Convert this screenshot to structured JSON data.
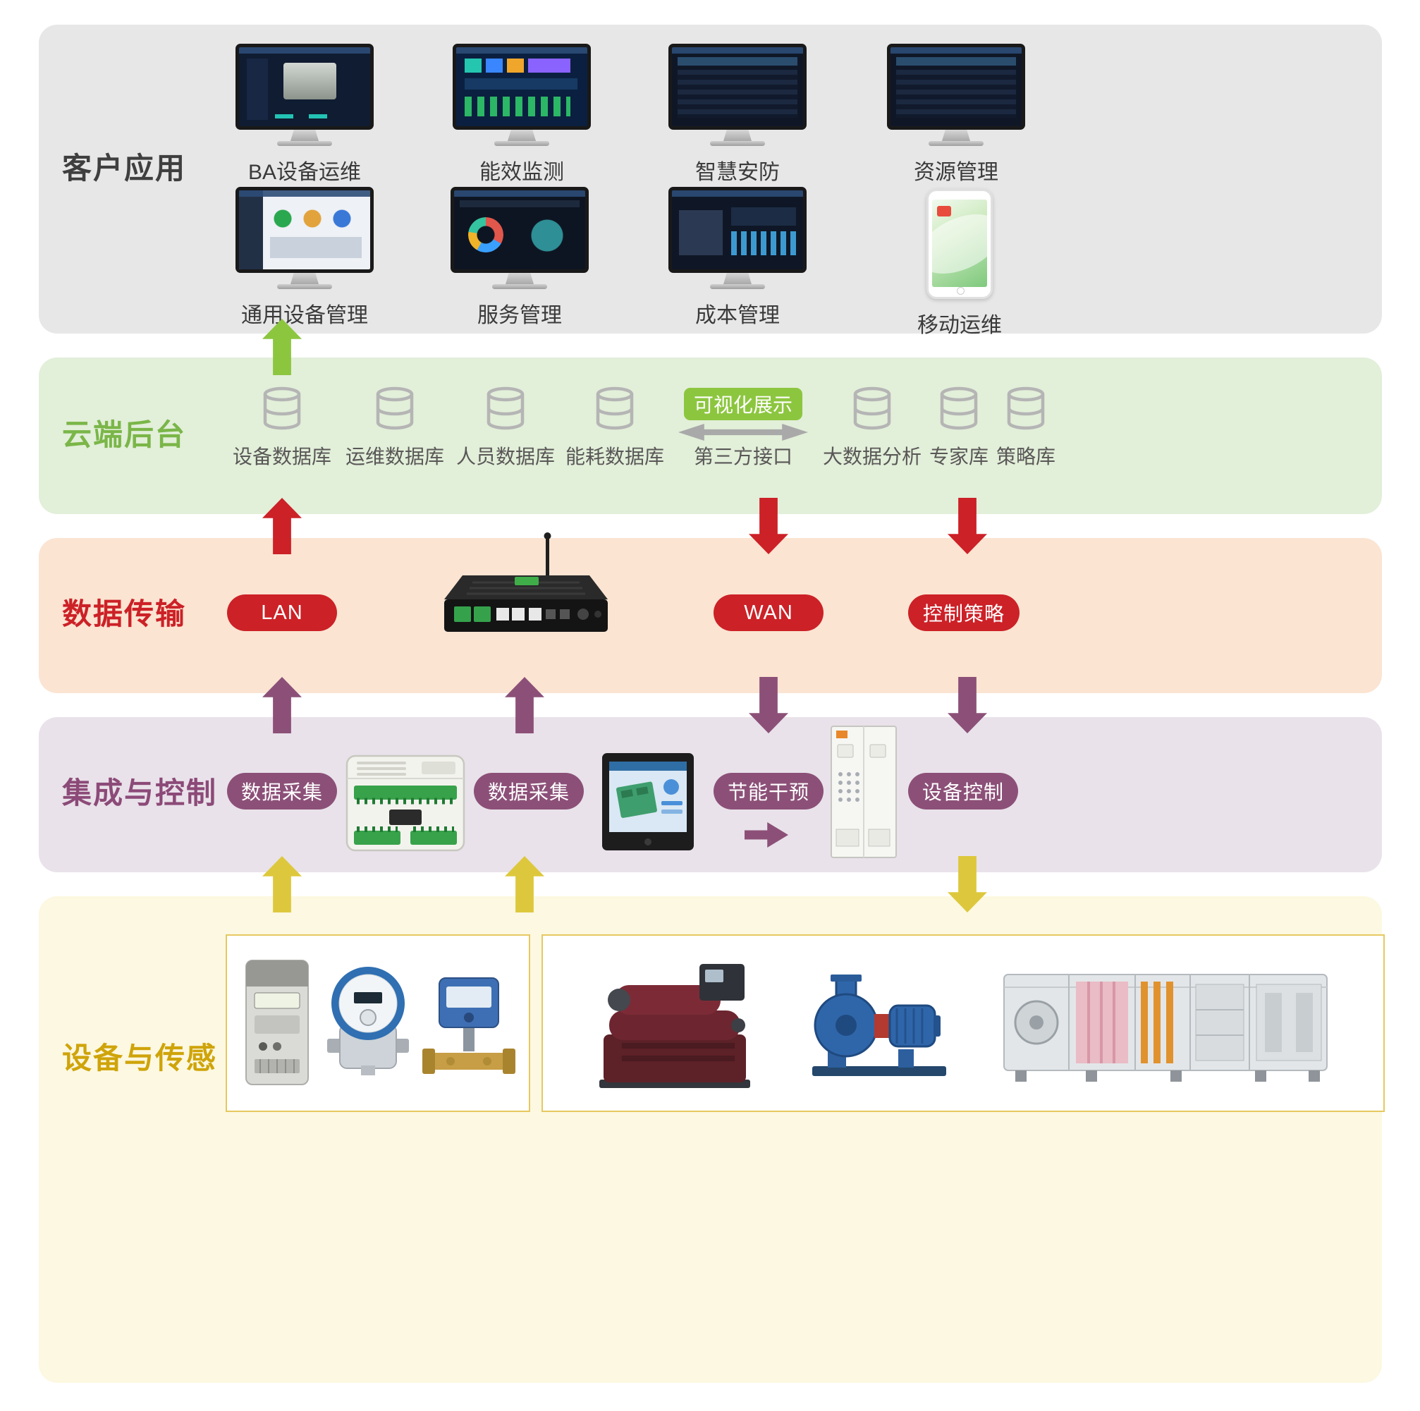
{
  "diagram": {
    "apps": {
      "title": "客户应用",
      "items": [
        {
          "label": "BA设备运维",
          "icon": "imac-monitor",
          "screen": "ba-equipment-ops-dashboard"
        },
        {
          "label": "能效监测",
          "icon": "imac-monitor",
          "screen": "energy-efficiency-dashboard"
        },
        {
          "label": "智慧安防",
          "icon": "imac-monitor",
          "screen": "smart-security-table"
        },
        {
          "label": "资源管理",
          "icon": "imac-monitor",
          "screen": "resource-management-table"
        },
        {
          "label": "通用设备管理",
          "icon": "imac-monitor",
          "screen": "general-device-gauges"
        },
        {
          "label": "服务管理",
          "icon": "imac-monitor",
          "screen": "service-management-dashboard"
        },
        {
          "label": "成本管理",
          "icon": "imac-monitor",
          "screen": "cost-management-dashboard"
        },
        {
          "label": "移动运维",
          "icon": "smartphone",
          "screen": "mobile-ops-app"
        }
      ]
    },
    "cloud": {
      "title": "云端后台",
      "databases": [
        {
          "label": "设备数据库",
          "icon": "database"
        },
        {
          "label": "运维数据库",
          "icon": "database"
        },
        {
          "label": "人员数据库",
          "icon": "database"
        },
        {
          "label": "能耗数据库",
          "icon": "database"
        }
      ],
      "visualization_badge": "可视化展示",
      "third_party": {
        "label": "第三方接口",
        "icon": "double-headed-arrow"
      },
      "analytics": [
        {
          "label": "大数据分析",
          "icon": "database"
        },
        {
          "label": "专家库",
          "icon": "database"
        },
        {
          "label": "策略库",
          "icon": "database"
        }
      ]
    },
    "transmission": {
      "title": "数据传输",
      "lan_badge": "LAN",
      "wan_badge": "WAN",
      "strategy_badge": "控制策略",
      "gateway_icon": "iot-gateway-router"
    },
    "integration": {
      "title": "集成与控制",
      "collect_badge_1": "数据采集",
      "collect_badge_2": "数据采集",
      "intervention_badge": "节能干预",
      "control_badge": "设备控制",
      "equipment": [
        "ddc-controller",
        "touch-screen-panel",
        "control-cabinet"
      ]
    },
    "devices": {
      "title": "设备与传感",
      "sensor_group": [
        "electric-meter",
        "water-meter",
        "heat-meter"
      ],
      "equipment_group": [
        "water-cooled-chiller",
        "centrifugal-pump",
        "air-handling-unit"
      ]
    }
  },
  "colors": {
    "apps_layer_bg": "#e7e7e7",
    "cloud_layer_bg": "#e2efd9",
    "transmission_layer_bg": "#fbe4d2",
    "integration_layer_bg": "#e9e2ea",
    "devices_layer_bg": "#fcf8e1",
    "cloud_accent_green": "#8cc63f",
    "transmission_accent_red": "#cc2127",
    "integration_accent_purple": "#8c5078",
    "devices_accent_yellow": "#ddc83d",
    "devices_title_gold": "#cfa40a",
    "database_icon_gray": "#b5b5b5",
    "interface_arrow_gray": "#a9a9a9"
  }
}
